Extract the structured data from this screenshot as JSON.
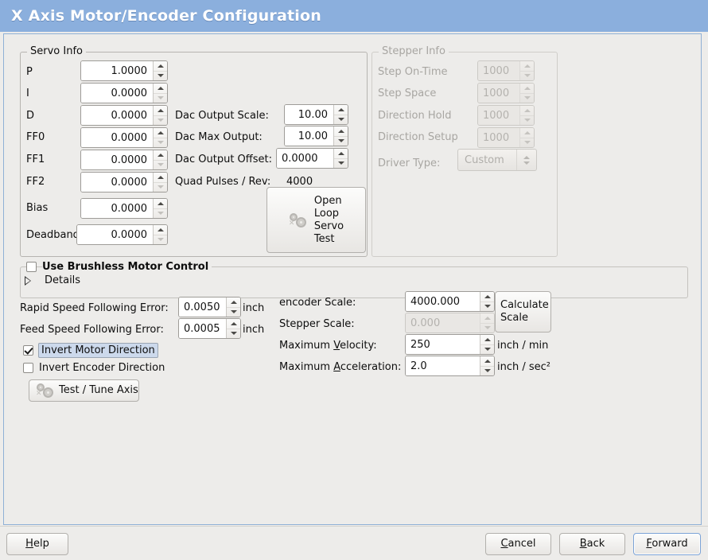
{
  "window": {
    "title": "X Axis Motor/Encoder Configuration",
    "titlebar_color": "#8bafdd",
    "background_color": "#edecea"
  },
  "servo_info": {
    "legend": "Servo Info",
    "fields": [
      {
        "label": "P",
        "value": "1.0000"
      },
      {
        "label": "I",
        "value": "0.0000"
      },
      {
        "label": "D",
        "value": "0.0000"
      },
      {
        "label": "FF0",
        "value": "0.0000"
      },
      {
        "label": "FF1",
        "value": "0.0000"
      },
      {
        "label": "FF2",
        "value": "0.0000"
      },
      {
        "label": "Bias",
        "value": "0.0000"
      },
      {
        "label": "Deadband",
        "value": "0.0000"
      }
    ],
    "dac_output_scale_label": "Dac Output Scale:",
    "dac_output_scale_value": "10.00",
    "dac_max_output_label": "Dac Max Output:",
    "dac_max_output_value": "10.00",
    "dac_output_offset_label": "Dac Output Offset:",
    "dac_output_offset_value": "0.0000",
    "quad_pulses_label": "Quad Pulses / Rev:",
    "quad_pulses_value": "4000",
    "open_loop_button": "Open\nLoop\nServo\nTest",
    "open_loop_lines": [
      "Open",
      "Loop",
      "Servo",
      "Test"
    ]
  },
  "stepper_info": {
    "legend": "Stepper Info",
    "enabled": false,
    "fields": [
      {
        "label": "Step On-Time",
        "value": "1000"
      },
      {
        "label": "Step Space",
        "value": "1000"
      },
      {
        "label": "Direction Hold",
        "value": "1000"
      },
      {
        "label": "Direction Setup",
        "value": "1000"
      }
    ],
    "driver_type_label": "Driver Type:",
    "driver_type_value": "Custom"
  },
  "brushless": {
    "checkbox_label": "Use Brushless Motor Control",
    "checked": false,
    "details_label": "Details",
    "details_expanded": false
  },
  "errors": {
    "rapid_label": "Rapid Speed Following Error:",
    "rapid_value": "0.0050",
    "rapid_unit": "inch",
    "feed_label": "Feed Speed Following Error:",
    "feed_value": "0.0005",
    "feed_unit": "inch"
  },
  "invert": {
    "motor_label": "Invert Motor Direction",
    "motor_checked": true,
    "motor_focused": true,
    "encoder_label": "Invert Encoder Direction",
    "encoder_checked": false
  },
  "test_tune_button": "Test / Tune Axis",
  "scales": {
    "encoder_scale_label": "encoder Scale:",
    "encoder_scale_value": "4000.000",
    "stepper_scale_label": "Stepper Scale:",
    "stepper_scale_value": "0.000",
    "stepper_scale_enabled": false,
    "calculate_button_lines": [
      "Calculate",
      "Scale"
    ],
    "max_velocity_label": "Maximum Velocity:",
    "max_velocity_mnemonic": "V",
    "max_velocity_value": "250",
    "max_velocity_unit": "inch / min",
    "max_accel_label": "Maximum Acceleration:",
    "max_accel_mnemonic": "A",
    "max_accel_value": "2.0",
    "max_accel_unit": "inch / sec²"
  },
  "footer": {
    "help": "Help",
    "help_mnemonic": "H",
    "cancel": "Cancel",
    "cancel_mnemonic": "C",
    "back": "Back",
    "back_mnemonic": "B",
    "forward": "Forward",
    "forward_mnemonic": "F",
    "focused_button": "Forward"
  },
  "icons": {
    "open_loop": "gears-icon",
    "test_tune": "gears-icon",
    "details": "expander-triangle-right-icon",
    "driver_type": "chevron-updown-icon"
  }
}
